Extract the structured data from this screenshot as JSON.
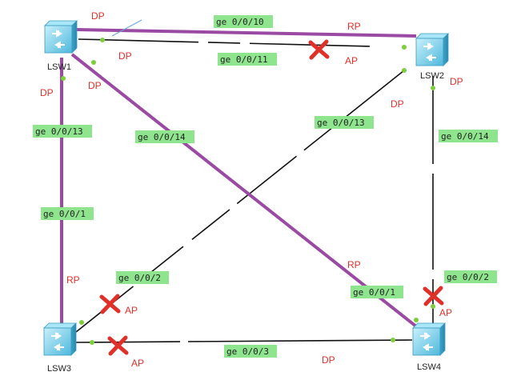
{
  "switches": [
    {
      "id": "sw1",
      "label": "LSW1"
    },
    {
      "id": "sw2",
      "label": "LSW2"
    },
    {
      "id": "sw3",
      "label": "LSW3"
    },
    {
      "id": "sw4",
      "label": "LSW4"
    }
  ],
  "ports": {
    "p1": "ge 0/0/10",
    "p2": "ge 0/0/11",
    "p3": "ge 0/0/13",
    "p4": "ge 0/0/14",
    "p5": "ge 0/0/13",
    "p6": "ge 0/0/14",
    "p7": "ge 0/0/1",
    "p8": "ge 0/0/2",
    "p9": "ge 0/0/2",
    "p10": "ge 0/0/1",
    "p11": "ge 0/0/3"
  },
  "roles": {
    "r1": "DP",
    "r2": "RP",
    "r3": "DP",
    "r4": "AP",
    "r5": "DP",
    "r6": "DP",
    "r7": "DP",
    "r8": "DP",
    "r9": "RP",
    "r10": "RP",
    "r11": "AP",
    "r12": "AP",
    "r13": "AP",
    "r14": "DP"
  },
  "colors": {
    "active_link": "#9b4aa3",
    "link": "#111111",
    "role_text": "#e0302a",
    "blocked_mark": "#e0302a",
    "port_label_bg": "#8ee58e",
    "port_dot": "#7ccf3a",
    "switch_body": "#7fd3ec"
  }
}
